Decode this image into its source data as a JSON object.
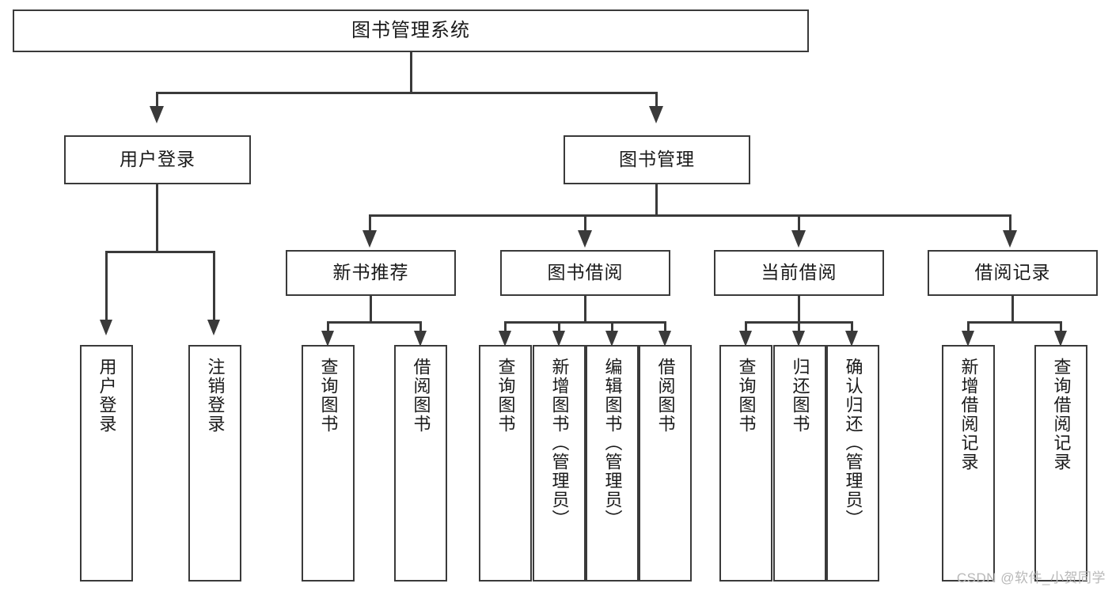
{
  "diagram": {
    "type": "tree",
    "title": "图书管理系统",
    "watermark": "CSDN @软件_小贺同学",
    "root": {
      "id": "root",
      "label": "图书管理系统"
    },
    "level2": [
      {
        "id": "user-login",
        "label": "用户登录"
      },
      {
        "id": "book-management",
        "label": "图书管理"
      }
    ],
    "level3": [
      {
        "id": "new-book-recommend",
        "label": "新书推荐"
      },
      {
        "id": "book-borrow",
        "label": "图书借阅"
      },
      {
        "id": "current-borrow",
        "label": "当前借阅"
      },
      {
        "id": "borrow-record",
        "label": "借阅记录"
      }
    ],
    "leaves": {
      "user_login": [
        {
          "id": "leaf-user-login",
          "label": "用户登录"
        },
        {
          "id": "leaf-logout-login",
          "label": "注销登录"
        }
      ],
      "new_book_recommend": [
        {
          "id": "leaf-query-book-1",
          "label": "查询图书"
        },
        {
          "id": "leaf-borrow-book-1",
          "label": "借阅图书"
        }
      ],
      "book_borrow": [
        {
          "id": "leaf-query-book-2",
          "label": "查询图书"
        },
        {
          "id": "leaf-add-book",
          "label": "新增图书（管理员）"
        },
        {
          "id": "leaf-edit-book",
          "label": "编辑图书（管理员）"
        },
        {
          "id": "leaf-borrow-book-2",
          "label": "借阅图书"
        }
      ],
      "current_borrow": [
        {
          "id": "leaf-query-book-3",
          "label": "查询图书"
        },
        {
          "id": "leaf-return-book",
          "label": "归还图书"
        },
        {
          "id": "leaf-confirm-return",
          "label": "确认归还（管理员）"
        }
      ],
      "borrow_record": [
        {
          "id": "leaf-add-borrow-record",
          "label": "新增借阅记录"
        },
        {
          "id": "leaf-query-borrow-record",
          "label": "查询借阅记录"
        }
      ]
    },
    "colors": {
      "stroke": "#3a3a3a",
      "fill": "#ffffff",
      "text": "#1a1a1a",
      "watermark": "#b8b8b8"
    }
  }
}
